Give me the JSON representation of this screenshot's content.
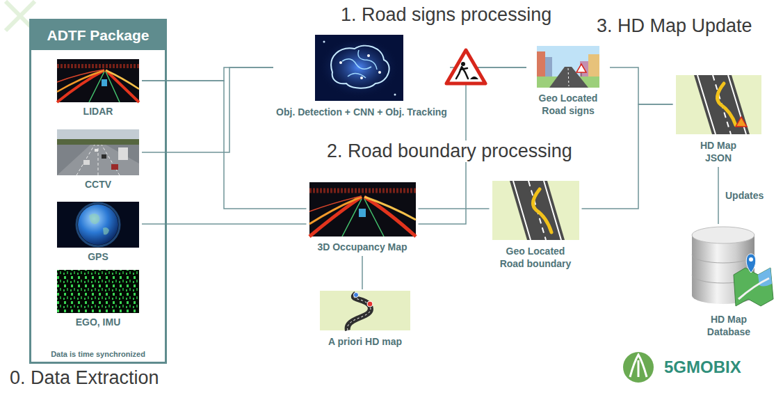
{
  "diagram": {
    "nodes": [
      {
        "text": [
          "ADTF Package",
          "Data is time synchronized"
        ]
      },
      {
        "text": [
          "LIDAR"
        ],
        "in": 0
      },
      {
        "text": [
          "CCTV"
        ],
        "in": 0
      },
      {
        "text": [
          "GPS"
        ],
        "in": 0
      },
      {
        "text": [
          "EGO, IMU"
        ],
        "in": 0
      },
      {
        "text": [
          "Obj. Detection + CNN + Obj. Tracking"
        ]
      },
      {
        "text": [
          "Geo Located Road signs"
        ]
      },
      {
        "text": [
          "3D Occupancy Map"
        ]
      },
      {
        "text": [
          "A priori HD map"
        ]
      },
      {
        "text": [
          "Geo Located Road boundary"
        ]
      },
      {
        "text": [
          "HD Map JSON"
        ]
      },
      {
        "text": [
          "HD Map Database"
        ]
      }
    ],
    "edges": [
      {
        "from": 1,
        "to": 5,
        "arrow": "none"
      },
      {
        "from": 2,
        "to": 5,
        "arrow": "none"
      },
      {
        "from": 1,
        "to": 7,
        "arrow": "none"
      },
      {
        "from": 3,
        "to": 7,
        "arrow": "none"
      },
      {
        "from": 5,
        "to": 6,
        "arrow": "none"
      },
      {
        "from": 7,
        "to": 6,
        "arrow": "none"
      },
      {
        "from": 7,
        "to": 9,
        "arrow": "none"
      },
      {
        "from": 7,
        "to": 8,
        "arrow": "none"
      },
      {
        "from": 6,
        "to": 10,
        "arrow": "none"
      },
      {
        "from": 9,
        "to": 10,
        "arrow": "none"
      },
      {
        "from": 10,
        "to": 11,
        "label": "Updates",
        "arrow": "none"
      }
    ],
    "labels": [
      "1. Road signs processing",
      "2. Road boundary processing",
      "3. HD Map Update",
      "0. Data Extraction",
      "5GMOBIX"
    ]
  }
}
